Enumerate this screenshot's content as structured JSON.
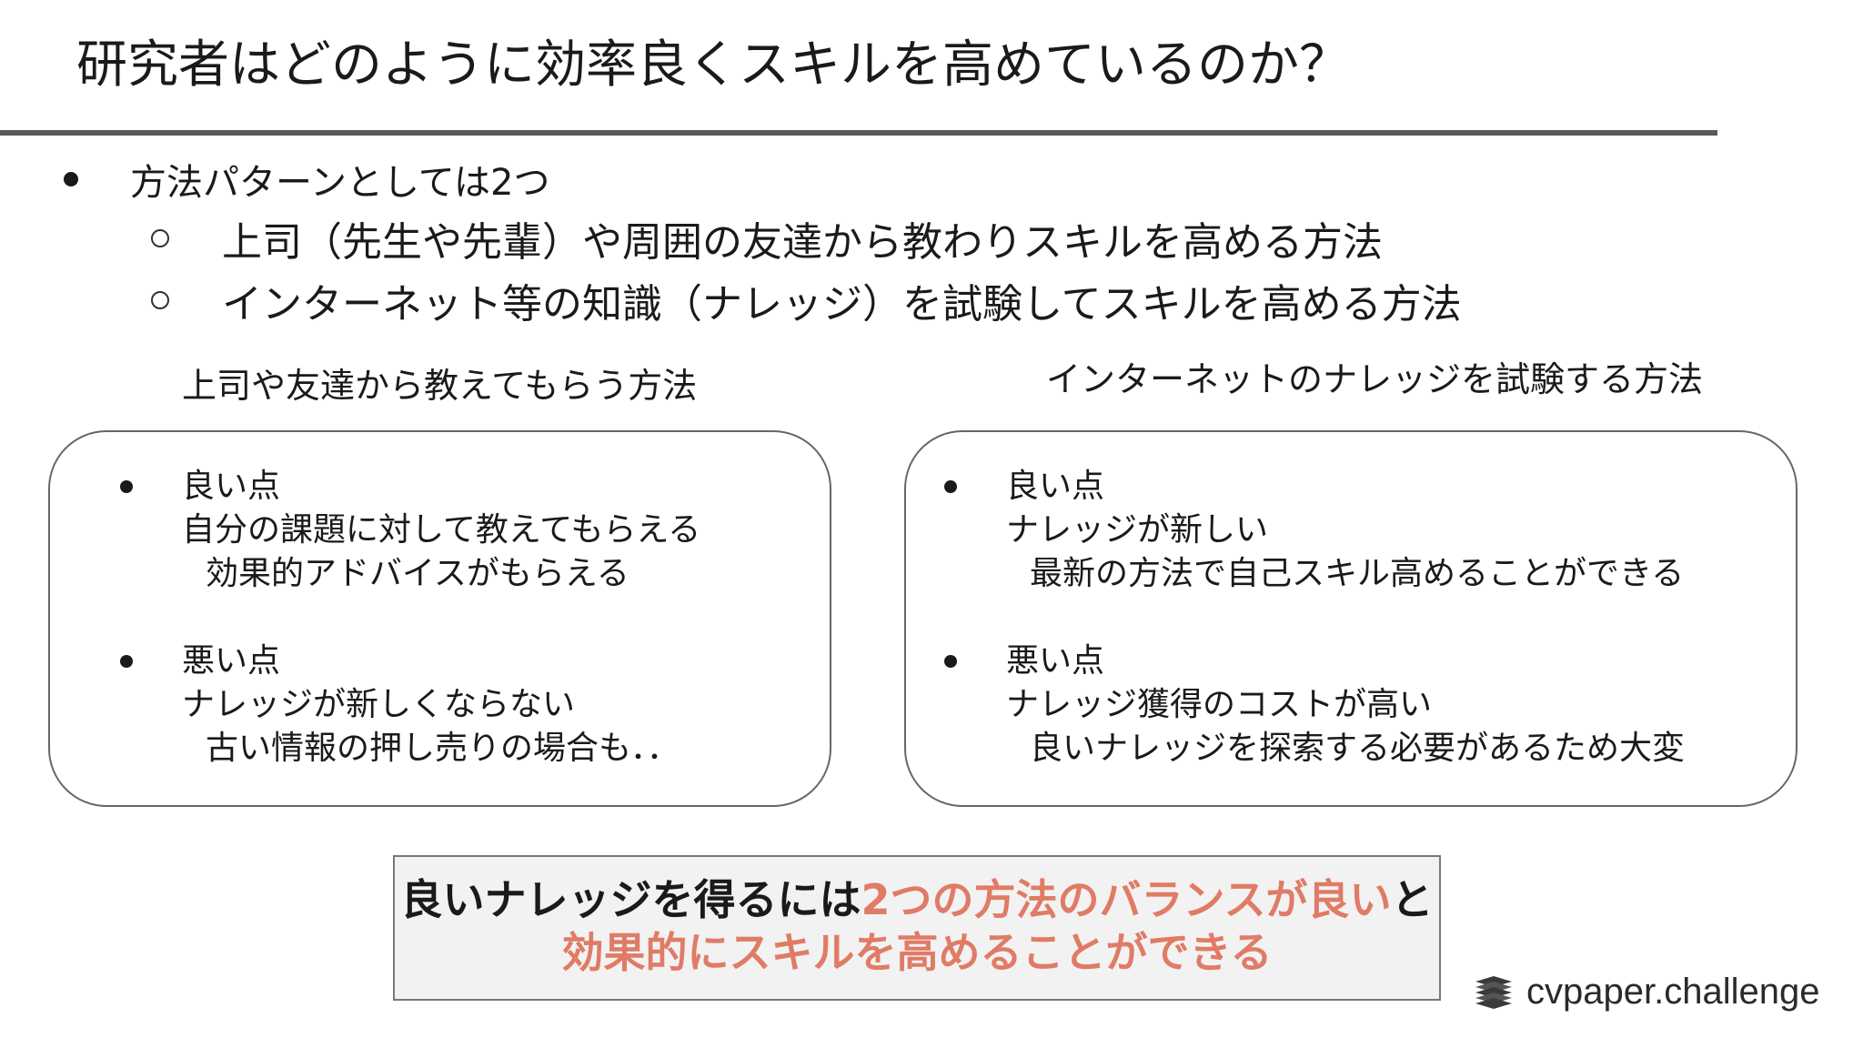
{
  "title": "研究者はどのように効率良くスキルを高めているのか？",
  "bullets": {
    "main": "方法パターンとしては2つ",
    "sub": [
      "上司（先生や先輩）や周囲の友達から教わりスキルを高める方法",
      "インターネット等の知識（ナレッジ）を試験してスキルを高める方法"
    ]
  },
  "columns": {
    "left": {
      "heading": "上司や友達から教えてもらう方法",
      "good": {
        "label": "良い点",
        "line": "自分の課題に対して教えてもらえる",
        "detail": "効果的アドバイスがもらえる"
      },
      "bad": {
        "label": "悪い点",
        "line": "ナレッジが新しくならない",
        "detail": "古い情報の押し売りの場合も．．"
      }
    },
    "right": {
      "heading": "インターネットのナレッジを試験する方法",
      "good": {
        "label": "良い点",
        "line": "ナレッジが新しい",
        "detail": "最新の方法で自己スキル高めることができる"
      },
      "bad": {
        "label": "悪い点",
        "line": "ナレッジ獲得のコストが高い",
        "detail": "良いナレッジを探索する必要があるため大変"
      }
    }
  },
  "callout": {
    "part1": "良いナレッジを得るには",
    "part2": "2つの方法のバランスが良い",
    "part3": "と",
    "line2": "効果的にスキルを高めることができる",
    "highlight_color": "#e07b66"
  },
  "logo": {
    "text": "cvpaper.challenge",
    "icon": "stacked-papers-icon"
  }
}
